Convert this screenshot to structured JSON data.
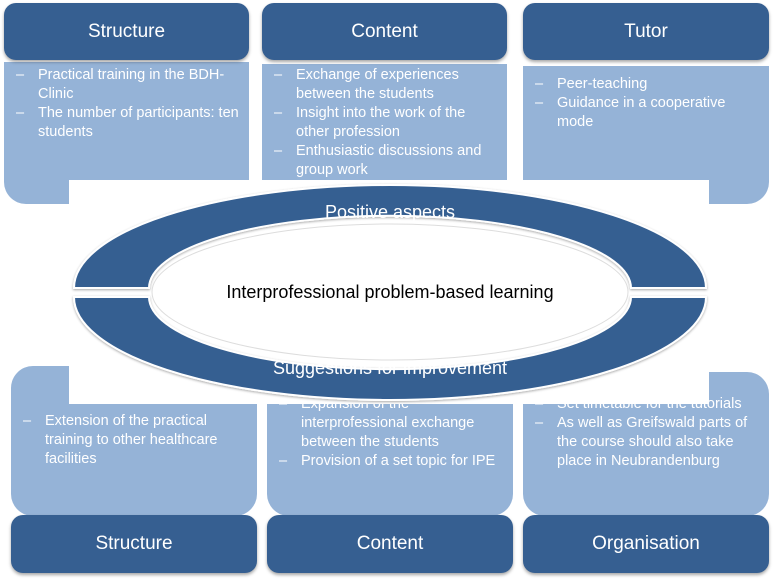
{
  "diagram": {
    "center_title": "Interprofessional problem-based learning",
    "positive_label": "Positive aspects",
    "suggestions_label": "Suggestions for improvement",
    "colors": {
      "dark_blue": "#365f91",
      "light_blue": "#95b3d7",
      "white": "#ffffff"
    },
    "positive": [
      {
        "title": "Structure",
        "items": [
          "Practical training in the BDH-Clinic",
          "The number of participants: ten students"
        ]
      },
      {
        "title": "Content",
        "items": [
          "Exchange of experiences between the students",
          "Insight  into the work of the other profession",
          "Enthusiastic discussions and group work"
        ]
      },
      {
        "title": "Tutor",
        "items": [
          "Peer-teaching",
          "Guidance in a cooperative mode"
        ]
      }
    ],
    "suggestions": [
      {
        "title": "Structure",
        "items": [
          "Extension of the practical training to other healthcare facilities"
        ]
      },
      {
        "title": "Content",
        "items": [
          "Expansion of the interprofessional exchange between the students",
          "Provision of a set topic for IPE"
        ]
      },
      {
        "title": "Organisation",
        "items": [
          "Set timetable for the tutorials",
          "As well as Greifswald parts of the course should also take place in Neubrandenburg"
        ]
      }
    ]
  }
}
